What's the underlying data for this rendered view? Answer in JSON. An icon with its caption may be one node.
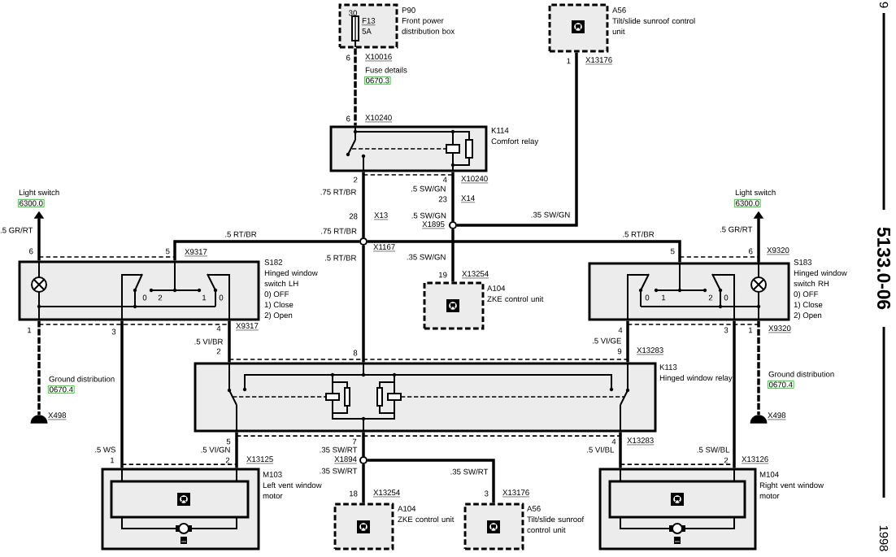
{
  "diagram": {
    "nodes": [
      {
        "text": [
          "F13",
          "5A",
          "P90",
          "Front power distribution box"
        ]
      },
      {
        "text": [
          "A56",
          "Tilt/slide sunroof control unit"
        ]
      },
      {
        "text": [
          "K114",
          "Comfort relay"
        ]
      },
      {
        "text": [
          "Light switch",
          "6300.0"
        ]
      },
      {
        "text": [
          "Light switch",
          "6300.0"
        ]
      },
      {
        "text": [],
        "shape": "circle",
        "beside": [
          "X1895"
        ]
      },
      {
        "text": [],
        "shape": "circle",
        "beside": [
          "X1167"
        ]
      },
      {
        "text": [
          "S182",
          "Hinged window switch LH",
          "0) OFF",
          "1) Close",
          "2) Open"
        ]
      },
      {
        "text": [
          "A104",
          "ZKE control unit"
        ]
      },
      {
        "text": [
          "S183",
          "Hinged window switch RH",
          "0) OFF",
          "1) Close",
          "2) Open"
        ]
      },
      {
        "text": [
          "K113",
          "Hinged window relay"
        ]
      },
      {
        "text": [],
        "shape": "ground",
        "beside": [
          "X498"
        ]
      },
      {
        "text": [],
        "shape": "ground",
        "beside": [
          "X498"
        ]
      },
      {
        "text": [],
        "shape": "circle",
        "beside": [
          "X1894"
        ]
      },
      {
        "text": [
          "M103",
          "Left vent window motor"
        ]
      },
      {
        "text": [
          "A104",
          "ZKE control unit"
        ]
      },
      {
        "text": [
          "A56",
          "Tilt/slide sunroof control unit"
        ]
      },
      {
        "text": [
          "M104",
          "Right vent window motor"
        ]
      }
    ],
    "edges": [
      {
        "from": 0,
        "to": 2,
        "arrow": "none",
        "style": "dashed"
      },
      {
        "from": 1,
        "to": 5,
        "arrow": "none",
        "label": ".35 SW/GN"
      },
      {
        "from": 2,
        "to": 5,
        "arrow": "none",
        "label": ".5 SW/GN"
      },
      {
        "from": 5,
        "to": 8,
        "arrow": "none",
        "label": ".35 SW/GN"
      },
      {
        "from": 2,
        "to": 6,
        "arrow": "none",
        "label": ".75 RT/BR"
      },
      {
        "from": 6,
        "to": 7,
        "arrow": "none",
        "label": ".5 RT/BR"
      },
      {
        "from": 6,
        "to": 9,
        "arrow": "none",
        "label": ".5 RT/BR"
      },
      {
        "from": 6,
        "to": 10,
        "arrow": "none",
        "label": ".5 RT/BR"
      },
      {
        "from": 7,
        "to": 3,
        "arrow": "to",
        "label": ".5 GR/RT"
      },
      {
        "from": 9,
        "to": 4,
        "arrow": "to",
        "label": ".5 GR/RT"
      },
      {
        "from": 7,
        "to": 11,
        "arrow": "none",
        "style": "dashed"
      },
      {
        "from": 9,
        "to": 12,
        "arrow": "none",
        "style": "dashed"
      },
      {
        "from": 7,
        "to": 10,
        "arrow": "none",
        "label": ".5 VI/BR"
      },
      {
        "from": 9,
        "to": 10,
        "arrow": "none",
        "label": ".5 VI/GE"
      },
      {
        "from": 7,
        "to": 14,
        "arrow": "none",
        "label": ".5 WS"
      },
      {
        "from": 9,
        "to": 17,
        "arrow": "none",
        "label": ".5 SW/BL"
      },
      {
        "from": 10,
        "to": 14,
        "arrow": "none",
        "label": ".5 VI/GN"
      },
      {
        "from": 10,
        "to": 17,
        "arrow": "none",
        "label": ".5 VI/BL"
      },
      {
        "from": 10,
        "to": 13,
        "arrow": "none",
        "label": ".35 SW/RT"
      },
      {
        "from": 13,
        "to": 15,
        "arrow": "none",
        "label": ".35 SW/RT"
      },
      {
        "from": 13,
        "to": 16,
        "arrow": "none",
        "label": ".35 SW/RT"
      }
    ],
    "labels": [
      "30",
      "6",
      "X10016",
      "Fuse details",
      "0670.3",
      "6",
      "X10240",
      "1",
      "X13176",
      "2",
      "4",
      "X10240",
      "23",
      "X14",
      "28",
      "X13",
      ".5 SW/GN",
      ".75 RT/BR",
      "6",
      "5",
      "X9317",
      "5",
      "6",
      "X9320",
      "0",
      "2",
      "1",
      "0",
      "0",
      "1",
      "2",
      "0",
      "19",
      "X13254",
      "1",
      "3",
      "4",
      "X9317",
      "4",
      "3",
      "1",
      "X9320",
      "2",
      "8",
      "9",
      "X13283",
      "Ground distribution",
      "0670.4",
      "Ground distribution",
      "0670.4",
      "5",
      "7",
      "4",
      "X13283",
      "1",
      "2",
      "X13125",
      "2",
      "X13126",
      "18",
      "X13254",
      "3",
      "X13176",
      "9",
      "5133.0-06",
      "1998"
    ]
  }
}
